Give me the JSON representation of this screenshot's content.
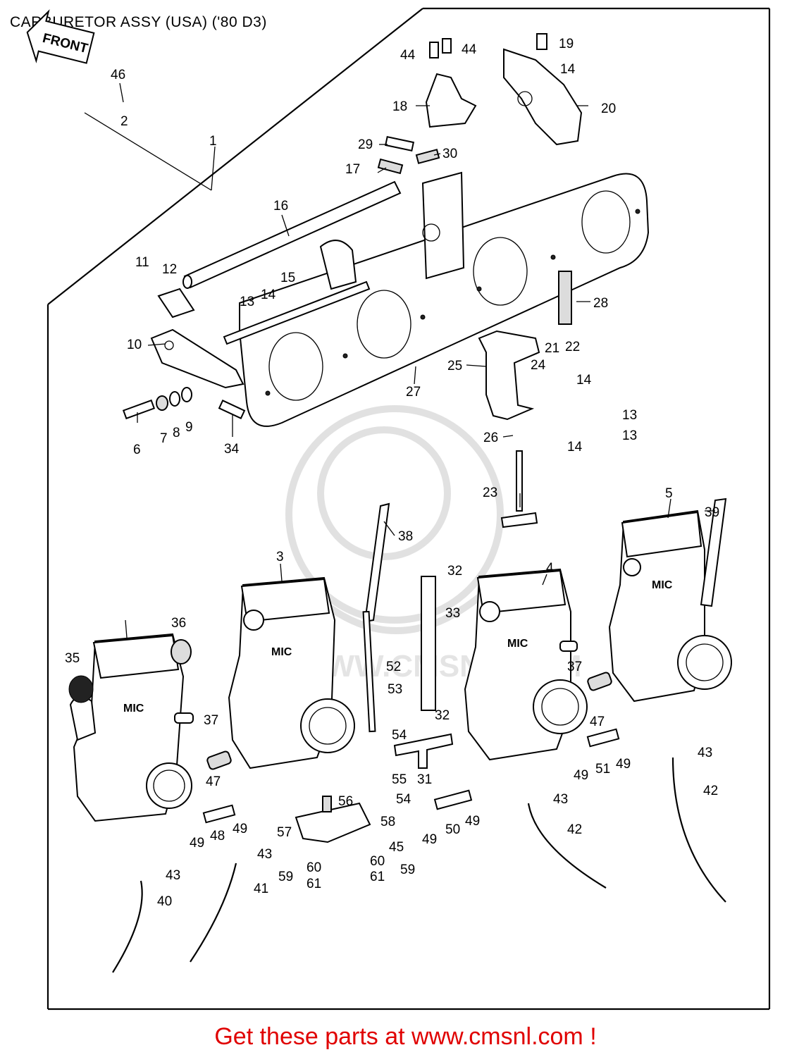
{
  "diagram": {
    "title": "CARBURETOR ASSY (USA) ('80 D3)",
    "front_label": "FRONT",
    "footer": "Get these parts at www.cmsnl.com !",
    "watermark": "WWW.CMSNL.COM",
    "brand_mark": "MIC"
  },
  "callouts": [
    {
      "n": "1"
    },
    {
      "n": "2"
    },
    {
      "n": "3"
    },
    {
      "n": "4"
    },
    {
      "n": "5"
    },
    {
      "n": "6"
    },
    {
      "n": "7"
    },
    {
      "n": "8"
    },
    {
      "n": "9"
    },
    {
      "n": "10"
    },
    {
      "n": "11"
    },
    {
      "n": "12"
    },
    {
      "n": "13"
    },
    {
      "n": "13"
    },
    {
      "n": "13"
    },
    {
      "n": "14"
    },
    {
      "n": "14"
    },
    {
      "n": "14"
    },
    {
      "n": "14"
    },
    {
      "n": "15"
    },
    {
      "n": "16"
    },
    {
      "n": "17"
    },
    {
      "n": "18"
    },
    {
      "n": "19"
    },
    {
      "n": "20"
    },
    {
      "n": "21"
    },
    {
      "n": "22"
    },
    {
      "n": "23"
    },
    {
      "n": "24"
    },
    {
      "n": "25"
    },
    {
      "n": "26"
    },
    {
      "n": "27"
    },
    {
      "n": "28"
    },
    {
      "n": "29"
    },
    {
      "n": "30"
    },
    {
      "n": "31"
    },
    {
      "n": "32"
    },
    {
      "n": "32"
    },
    {
      "n": "33"
    },
    {
      "n": "34"
    },
    {
      "n": "35"
    },
    {
      "n": "36"
    },
    {
      "n": "37"
    },
    {
      "n": "37"
    },
    {
      "n": "38"
    },
    {
      "n": "39"
    },
    {
      "n": "40"
    },
    {
      "n": "41"
    },
    {
      "n": "42"
    },
    {
      "n": "42"
    },
    {
      "n": "43"
    },
    {
      "n": "43"
    },
    {
      "n": "43"
    },
    {
      "n": "43"
    },
    {
      "n": "44"
    },
    {
      "n": "44"
    },
    {
      "n": "45"
    },
    {
      "n": "46"
    },
    {
      "n": "47"
    },
    {
      "n": "47"
    },
    {
      "n": "48"
    },
    {
      "n": "49"
    },
    {
      "n": "49"
    },
    {
      "n": "49"
    },
    {
      "n": "49"
    },
    {
      "n": "49"
    },
    {
      "n": "49"
    },
    {
      "n": "50"
    },
    {
      "n": "51"
    },
    {
      "n": "52"
    },
    {
      "n": "53"
    },
    {
      "n": "54"
    },
    {
      "n": "54"
    },
    {
      "n": "55"
    },
    {
      "n": "56"
    },
    {
      "n": "57"
    },
    {
      "n": "58"
    },
    {
      "n": "59"
    },
    {
      "n": "59"
    },
    {
      "n": "60"
    },
    {
      "n": "60"
    },
    {
      "n": "61"
    },
    {
      "n": "61"
    }
  ]
}
